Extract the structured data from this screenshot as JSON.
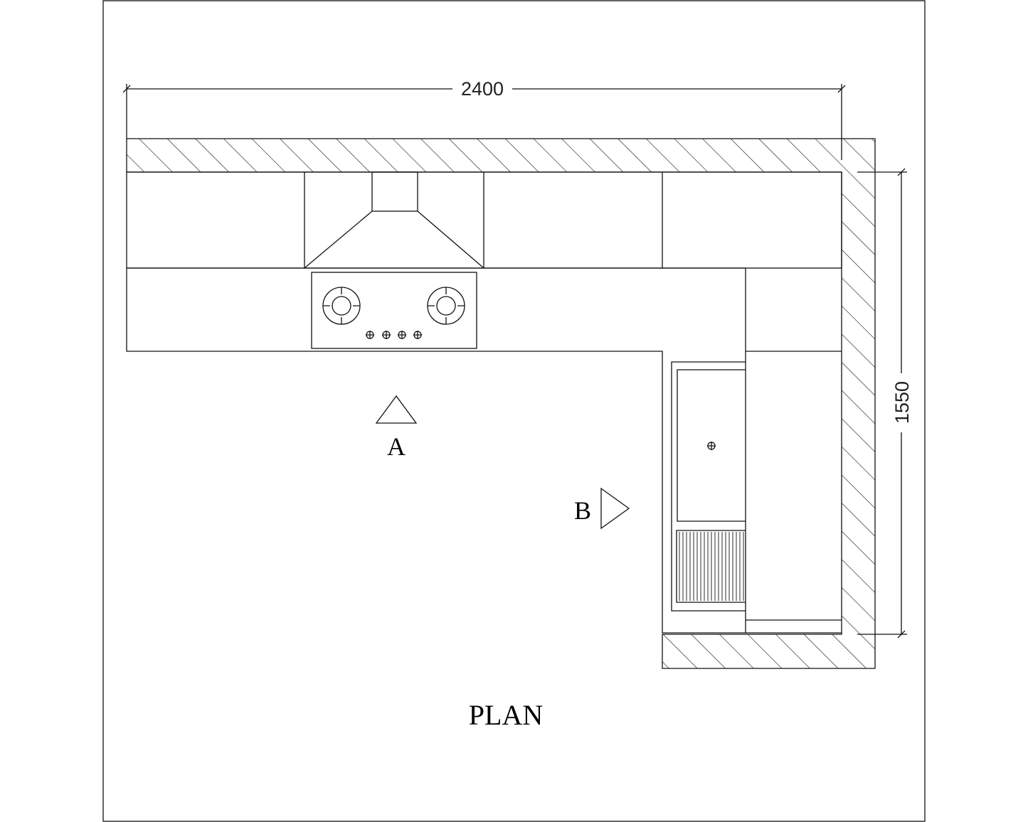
{
  "drawing": {
    "title": "PLAN",
    "dimension_width": "2400",
    "dimension_depth": "1550",
    "view_marker_a": "A",
    "view_marker_b": "B"
  },
  "colors": {
    "line": "#111111",
    "background": "#ffffff"
  }
}
